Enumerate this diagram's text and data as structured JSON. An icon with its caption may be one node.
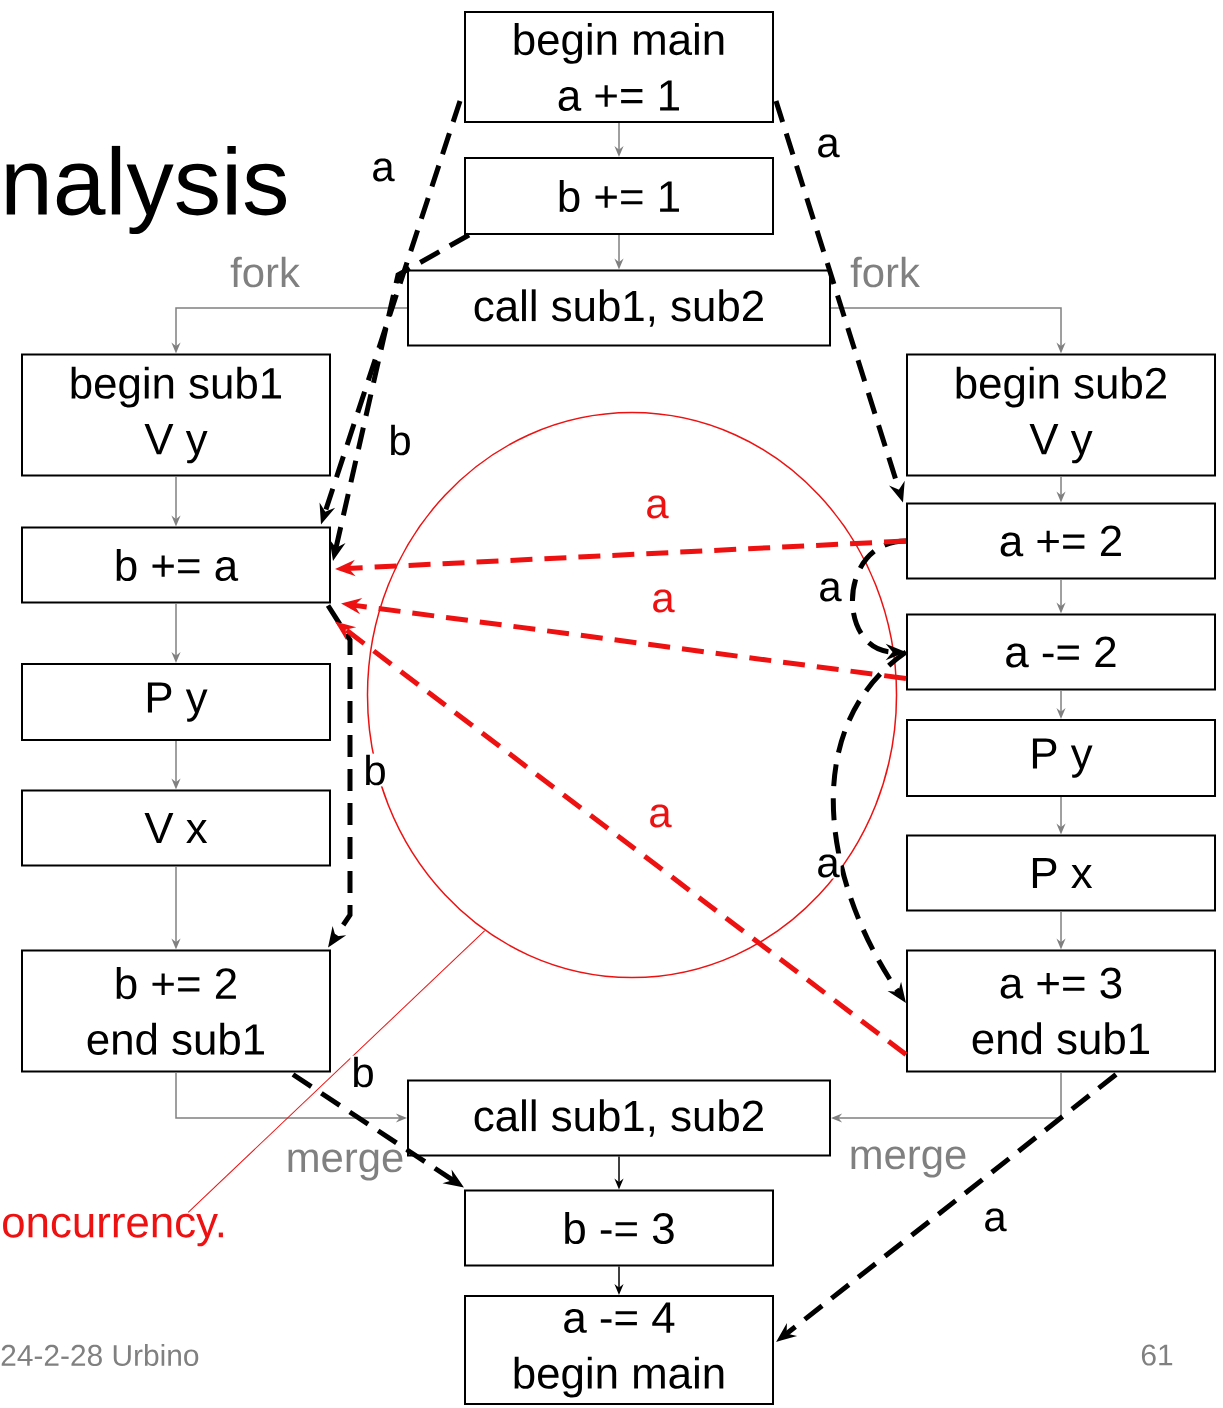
{
  "diagram": {
    "nodes": [
      {
        "text": [
          "begin main",
          "a += 1"
        ]
      },
      {
        "text": [
          "b += 1"
        ]
      },
      {
        "text": [
          "call sub1, sub2"
        ]
      },
      {
        "text": [
          "begin sub1",
          "V y"
        ]
      },
      {
        "text": [
          "b += a"
        ]
      },
      {
        "text": [
          "P y"
        ]
      },
      {
        "text": [
          "V x"
        ]
      },
      {
        "text": [
          "b += 2",
          "end sub1"
        ]
      },
      {
        "text": [
          "begin sub2",
          "V y"
        ]
      },
      {
        "text": [
          "a += 2"
        ]
      },
      {
        "text": [
          "a -= 2"
        ]
      },
      {
        "text": [
          "P y"
        ]
      },
      {
        "text": [
          "P x"
        ]
      },
      {
        "text": [
          "a += 3",
          "end sub1"
        ]
      },
      {
        "text": [
          "call sub1, sub2"
        ]
      },
      {
        "text": [
          "b -= 3"
        ]
      },
      {
        "text": [
          "a -= 4",
          "begin main"
        ]
      },
      {
        "text": [
          "oncurrency."
        ]
      }
    ],
    "edges": [
      {
        "from": 0,
        "to": 1,
        "arrow": "to"
      },
      {
        "from": 1,
        "to": 2,
        "arrow": "to"
      },
      {
        "from": 2,
        "to": 3,
        "arrow": "to",
        "label": "fork"
      },
      {
        "from": 2,
        "to": 8,
        "arrow": "to",
        "label": "fork"
      },
      {
        "from": 3,
        "to": 4,
        "arrow": "to"
      },
      {
        "from": 4,
        "to": 5,
        "arrow": "to"
      },
      {
        "from": 5,
        "to": 6,
        "arrow": "to"
      },
      {
        "from": 6,
        "to": 7,
        "arrow": "to"
      },
      {
        "from": 8,
        "to": 9,
        "arrow": "to"
      },
      {
        "from": 9,
        "to": 10,
        "arrow": "to"
      },
      {
        "from": 10,
        "to": 11,
        "arrow": "to"
      },
      {
        "from": 11,
        "to": 12,
        "arrow": "to"
      },
      {
        "from": 12,
        "to": 13,
        "arrow": "to"
      },
      {
        "from": 7,
        "to": 14,
        "arrow": "to",
        "label": "merge"
      },
      {
        "from": 13,
        "to": 14,
        "arrow": "to",
        "label": "merge"
      },
      {
        "from": 14,
        "to": 15,
        "arrow": "to",
        "color": "#000000"
      },
      {
        "from": 15,
        "to": 16,
        "arrow": "to",
        "color": "#000000"
      },
      {
        "from": 0,
        "to": 4,
        "arrow": "to",
        "label": "a",
        "style": "dashed",
        "color": "#000000"
      },
      {
        "from": 1,
        "to": 4,
        "arrow": "to",
        "label": "b",
        "style": "dashed",
        "color": "#000000"
      },
      {
        "from": 0,
        "to": 9,
        "arrow": "to",
        "label": "a",
        "style": "dashed",
        "color": "#000000"
      },
      {
        "from": 4,
        "to": 7,
        "arrow": "to",
        "label": "b",
        "style": "dashed",
        "color": "#000000"
      },
      {
        "from": 9,
        "to": 10,
        "arrow": "to",
        "label": "a",
        "style": "dashed",
        "color": "#000000"
      },
      {
        "from": 10,
        "to": 13,
        "arrow": "to",
        "label": "a",
        "style": "dashed",
        "color": "#000000"
      },
      {
        "from": 7,
        "to": 15,
        "arrow": "to",
        "label": "b",
        "style": "dashed",
        "color": "#000000"
      },
      {
        "from": 13,
        "to": 16,
        "arrow": "to",
        "label": "a",
        "style": "dashed",
        "color": "#000000"
      },
      {
        "from": 9,
        "to": 4,
        "arrow": "to",
        "label": "a",
        "style": "dashed",
        "color": "#ee1111"
      },
      {
        "from": 10,
        "to": 4,
        "arrow": "to",
        "label": "a",
        "style": "dashed",
        "color": "#ee1111"
      },
      {
        "from": 13,
        "to": 4,
        "arrow": "to",
        "label": "a",
        "style": "dashed",
        "color": "#ee1111"
      },
      {
        "from": 17,
        "to": null,
        "arrow": "none",
        "color": "#ee1111"
      }
    ],
    "labels": [
      "nalysis",
      "24-2-28 Urbino",
      "61"
    ]
  }
}
